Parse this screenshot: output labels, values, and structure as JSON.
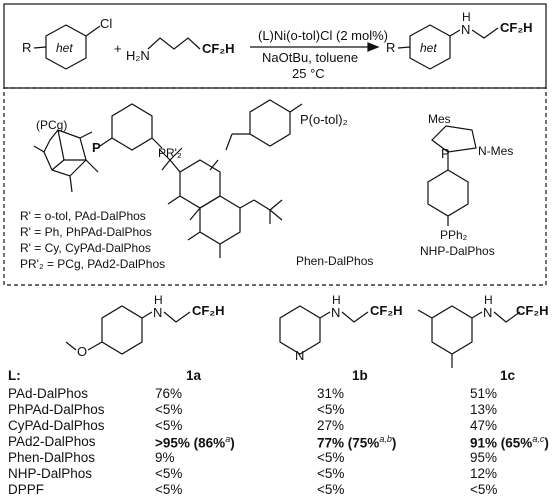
{
  "scheme": {
    "reagents_top": "(L)Ni(o-tol)Cl (2 mol%)",
    "reagents_bottom": "NaOtBu, toluene",
    "temperature": "25 °C",
    "het_label": "het",
    "R_label": "R",
    "Cl_label": "Cl",
    "plus": "+",
    "amine_left": "H₂N",
    "amine_right": "CF₂H",
    "product_H": "H",
    "product_N": "N",
    "product_CF2H": "CF₂H"
  },
  "ligands": {
    "dalphos_labels": [
      "R' = o-tol, PAd-DalPhos",
      "R' = Ph, PhPAd-DalPhos",
      "R' = Cy, CyPAd-DalPhos",
      "PR'₂ = PCg, PAd2-DalPhos"
    ],
    "pcg_label": "(PCg)",
    "p_label": "P",
    "pr2_label": "PR'₂",
    "phen_label": "Phen-DalPhos",
    "phen_p_otol": "P(o-tol)₂",
    "nhp_label": "NHP-DalPhos",
    "nhp_mes1": "Mes",
    "nhp_mes2": "N-Mes",
    "nhp_pph2": "PPh₂",
    "nhp_p": "P"
  },
  "table": {
    "header_L": "L:",
    "columns": [
      "1a",
      "1b",
      "1c"
    ],
    "rows": [
      {
        "ligand": "PAd-DalPhos",
        "a": "76%",
        "b": "31%",
        "c": "51%"
      },
      {
        "ligand": "PhPAd-DalPhos",
        "a": "<5%",
        "b": "<5%",
        "c": "13%"
      },
      {
        "ligand": "CyPAd-DalPhos",
        "a": "<5%",
        "b": "27%",
        "c": "47%"
      },
      {
        "ligand": "PAd2-DalPhos",
        "a": ">95% (86%a)",
        "b": "77% (75%a,b)",
        "c": "91% (65%a,c)"
      },
      {
        "ligand": "Phen-DalPhos",
        "a": "9%",
        "b": "<5%",
        "c": "95%"
      },
      {
        "ligand": "NHP-DalPhos",
        "a": "<5%",
        "b": "<5%",
        "c": "12%"
      },
      {
        "ligand": "DPPF",
        "a": "<5%",
        "b": "<5%",
        "c": "<5%"
      }
    ],
    "pad2_row": {
      "a_main": ">95%",
      "a_paren": "(86%",
      "a_sup": "a",
      "a_close": ")",
      "b_main": "77%",
      "b_paren": "(75%",
      "b_sup": "a,b",
      "b_close": ")",
      "c_main": "91%",
      "c_paren": "(65%",
      "c_sup": "a,c",
      "c_close": ")"
    }
  },
  "substrates": {
    "NH_H": "H",
    "NH_N": "N",
    "CF2H": "CF₂H",
    "methoxy_O": "O",
    "pyridine_N": "N"
  }
}
